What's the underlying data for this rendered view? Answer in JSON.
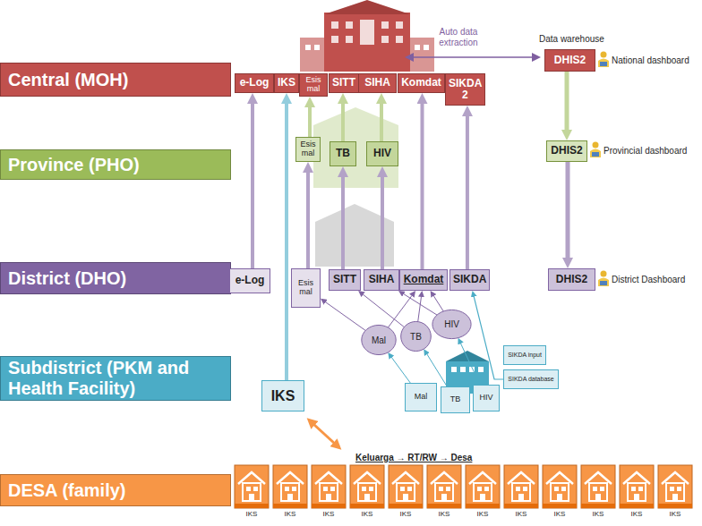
{
  "diagram": {
    "nodes": [
      {
        "text": [
          "Central (MOH)"
        ]
      },
      {
        "text": [
          "e-Log"
        ]
      },
      {
        "text": [
          "IKS"
        ]
      },
      {
        "text": [
          "Esis mal"
        ]
      },
      {
        "text": [
          "SITT"
        ]
      },
      {
        "text": [
          "SIHA"
        ]
      },
      {
        "text": [
          "Komdat"
        ]
      },
      {
        "text": [
          "SIKDA 2"
        ]
      },
      {
        "text": [
          "DHIS2"
        ]
      },
      {
        "text": [
          "Province (PHO)"
        ]
      },
      {
        "text": [
          "Esis mal"
        ]
      },
      {
        "text": [
          "TB"
        ]
      },
      {
        "text": [
          "HIV"
        ]
      },
      {
        "text": [
          "DHIS2"
        ]
      },
      {
        "text": [
          "District (DHO)"
        ]
      },
      {
        "text": [
          "e-Log"
        ]
      },
      {
        "text": [
          "Esis mal"
        ]
      },
      {
        "text": [
          "SITT"
        ]
      },
      {
        "text": [
          "SIHA"
        ]
      },
      {
        "text": [
          "Komdat"
        ]
      },
      {
        "text": [
          "SIKDA"
        ]
      },
      {
        "text": [
          "DHIS2"
        ]
      },
      {
        "text": [
          "Mal"
        ]
      },
      {
        "text": [
          "TB"
        ]
      },
      {
        "text": [
          "HIV"
        ]
      },
      {
        "text": [
          "SIKDA input"
        ]
      },
      {
        "text": [
          "Subdistrict (PKM and Health Facility)"
        ]
      },
      {
        "text": [
          "IKS"
        ]
      },
      {
        "text": [
          "SIKDA database"
        ]
      },
      {
        "text": [
          "Mal"
        ]
      },
      {
        "text": [
          "TB"
        ]
      },
      {
        "text": [
          "HIV"
        ]
      },
      {
        "text": [
          "DESA (family)"
        ]
      }
    ],
    "edges": [
      {
        "from": 15,
        "to": 1,
        "arrow": "to"
      },
      {
        "from": 27,
        "to": 2,
        "arrow": "to"
      },
      {
        "from": 16,
        "to": 10,
        "arrow": "to"
      },
      {
        "from": 10,
        "to": 3,
        "arrow": "to"
      },
      {
        "from": 17,
        "to": 11,
        "arrow": "to"
      },
      {
        "from": 11,
        "to": 4,
        "arrow": "to"
      },
      {
        "from": 18,
        "to": 12,
        "arrow": "to"
      },
      {
        "from": 12,
        "to": 5,
        "arrow": "to"
      },
      {
        "from": 19,
        "to": 6,
        "arrow": "to"
      },
      {
        "from": 20,
        "to": 7,
        "arrow": "to"
      },
      {
        "from": 8,
        "to": 13,
        "arrow": "to"
      },
      {
        "from": 13,
        "to": 21,
        "arrow": "to"
      },
      {
        "from": 22,
        "to": 16,
        "arrow": "to"
      },
      {
        "from": 23,
        "to": 17,
        "arrow": "to"
      },
      {
        "from": 24,
        "to": 18,
        "arrow": "to"
      },
      {
        "from": 22,
        "to": 19,
        "arrow": "to"
      },
      {
        "from": 23,
        "to": 19,
        "arrow": "to"
      },
      {
        "from": 24,
        "to": 19,
        "arrow": "to"
      },
      {
        "from": 29,
        "to": 22,
        "arrow": "to"
      },
      {
        "from": 30,
        "to": 23,
        "arrow": "to"
      },
      {
        "from": 31,
        "to": 24,
        "arrow": "to"
      },
      {
        "from": 28,
        "to": 20,
        "arrow": "to"
      }
    ],
    "labels": [
      "Auto data extraction",
      "Data warehouse",
      "National dashboard",
      "Provincial dashboard",
      "District Dashboard",
      "Keluarga → RT/RW → Desa",
      "IKS",
      "IKS",
      "IKS",
      "IKS",
      "IKS",
      "IKS",
      "IKS",
      "IKS",
      "IKS",
      "IKS",
      "IKS",
      "IKS"
    ]
  }
}
